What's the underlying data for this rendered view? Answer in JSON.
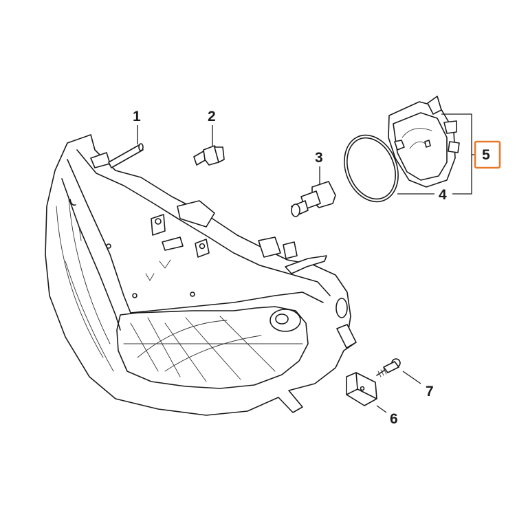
{
  "diagram": {
    "callouts": [
      {
        "id": "1",
        "label": "1"
      },
      {
        "id": "2",
        "label": "2"
      },
      {
        "id": "3",
        "label": "3"
      },
      {
        "id": "4",
        "label": "4"
      },
      {
        "id": "5",
        "label": "5"
      },
      {
        "id": "6",
        "label": "6"
      },
      {
        "id": "7",
        "label": "7"
      }
    ],
    "highlight_color": "#e8782a"
  }
}
